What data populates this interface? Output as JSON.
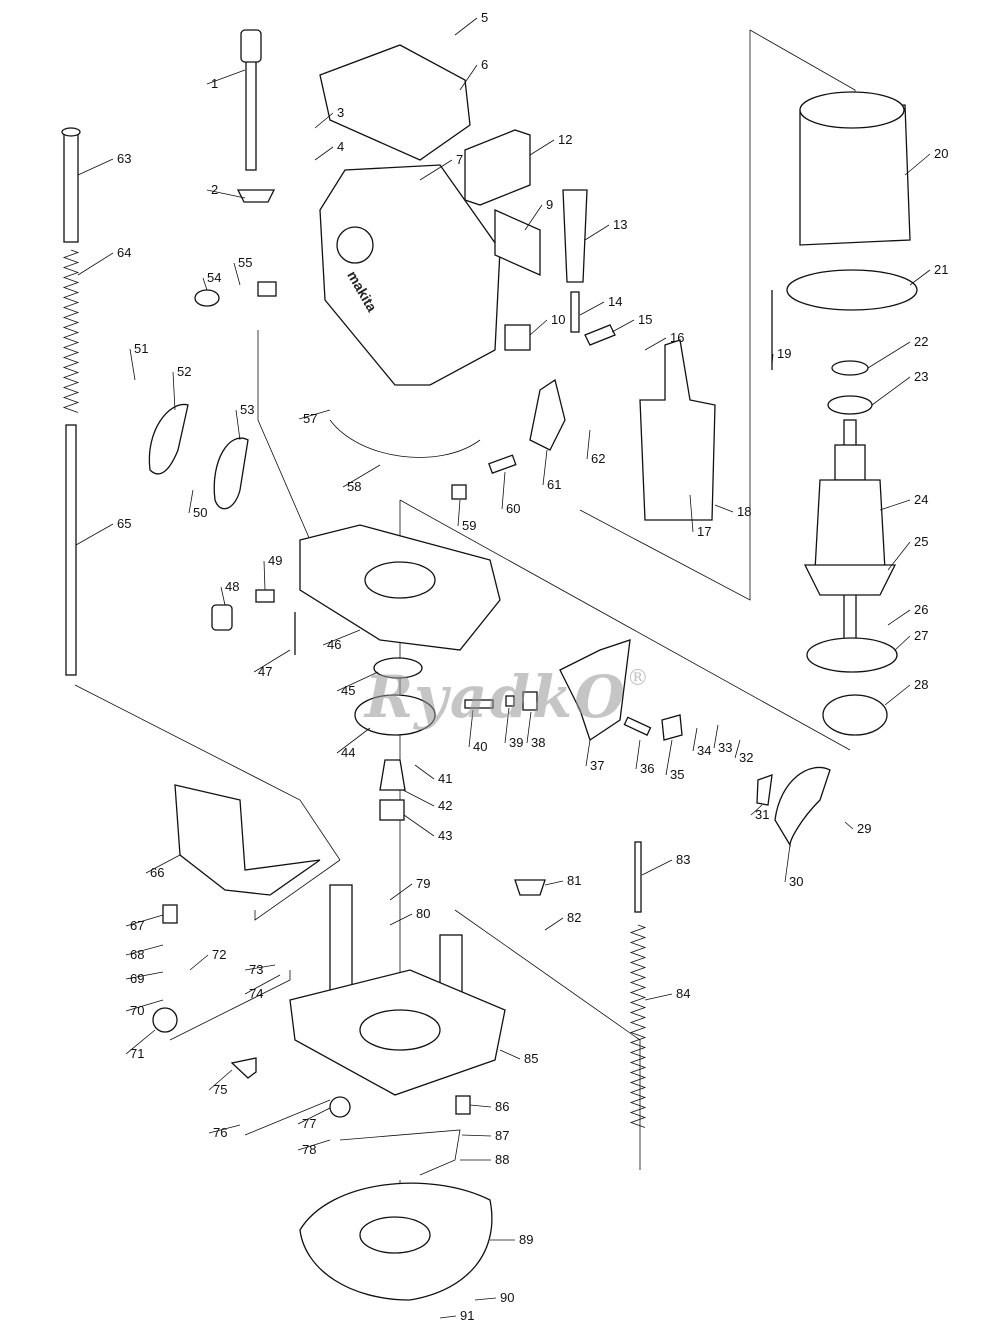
{
  "diagram": {
    "type": "exploded parts diagram",
    "labels": [
      "1",
      "2",
      "3",
      "4",
      "5",
      "6",
      "7",
      "9",
      "10",
      "12",
      "13",
      "14",
      "15",
      "16",
      "17",
      "18",
      "19",
      "20",
      "21",
      "22",
      "23",
      "24",
      "25",
      "26",
      "27",
      "28",
      "29",
      "30",
      "31",
      "32",
      "33",
      "34",
      "35",
      "36",
      "37",
      "38",
      "39",
      "40",
      "41",
      "42",
      "43",
      "44",
      "45",
      "46",
      "47",
      "48",
      "49",
      "50",
      "51",
      "52",
      "53",
      "54",
      "55",
      "57",
      "58",
      "59",
      "60",
      "61",
      "62",
      "63",
      "64",
      "65",
      "66",
      "67",
      "68",
      "69",
      "70",
      "71",
      "72",
      "73",
      "74",
      "75",
      "76",
      "77",
      "78",
      "79",
      "80",
      "81",
      "82",
      "83",
      "84",
      "85",
      "86",
      "87",
      "88",
      "89",
      "90",
      "91"
    ],
    "housing_logo": "makita",
    "watermark": "RyadkO",
    "watermark_mark": "®"
  }
}
